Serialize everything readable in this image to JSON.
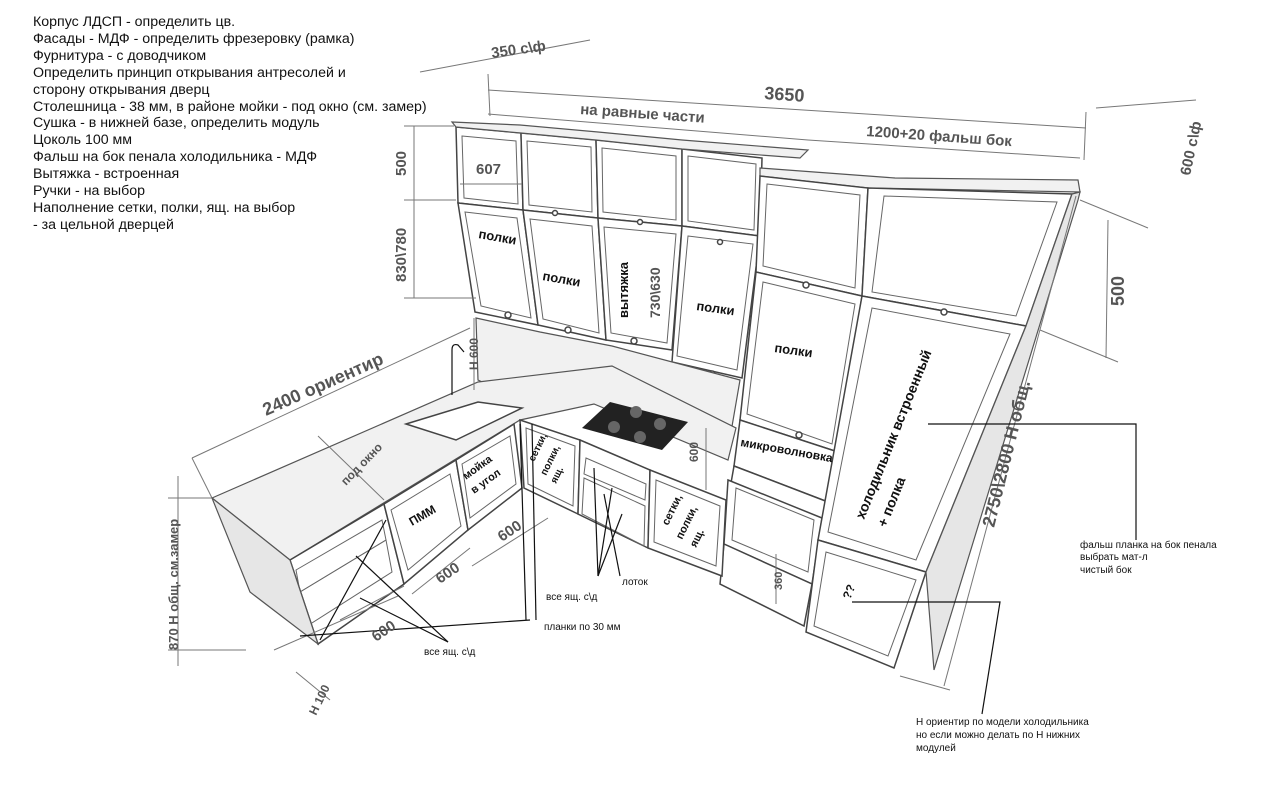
{
  "notes": [
    "Корпус ЛДСП - определить цв.",
    "Фасады - МДФ - определить фрезеровку (рамка)",
    "Фурнитура - с доводчиком",
    "Определить принцип открывания антресолей и",
    "сторону открывания дверц",
    "Столешница - 38 мм, в районе мойки - под окно (см. замер)",
    "Сушка - в нижней базе, определить модуль",
    "Цоколь 100 мм",
    "Фальш на бок пенала холодильника - МДФ",
    "Вытяжка - встроенная",
    "Ручки - на выбор",
    "Наполнение сетки, полки, ящ. на выбор",
    "- за цельной дверцей"
  ],
  "dims": {
    "d350": "350 с\\ф",
    "d3650": "3650",
    "equal": "на равные части",
    "d1200": "1200+20 фальш бок",
    "d600sf": "600 с\\ф",
    "d500top": "500",
    "d607": "607",
    "d830": "830\\780",
    "d730": "730\\630",
    "d500right": "500",
    "d2750": "2750\\2800 Н общ.",
    "d2400": "2400 ориентир",
    "podokno": "под окно",
    "h600": "Н 600",
    "d600hob": "600",
    "d870": "870 Н общ. см.замер",
    "d600a": "600",
    "d600b": "600",
    "d600c": "600",
    "h100": "Н 100",
    "d360": "360"
  },
  "labels": {
    "polki1": "полки",
    "polki2": "полки",
    "vytyazhka": "вытяжка",
    "polki3": "полки",
    "polki4": "полки",
    "microwave": "микроволновка",
    "fridge1": "холодильник встроенный",
    "fridge2": "+ полка",
    "qq": "??",
    "pmm": "ПММ",
    "sink1": "мойка",
    "sink2": "в угол",
    "sp1": "сетки,",
    "sp2": "полки,",
    "sp3": "ящ.",
    "sp4": "сетки,",
    "sp5": "полки,",
    "sp6": "ящ."
  },
  "annotations": {
    "allDrawers1": "все ящ. с\\д",
    "allDrawers2": "все ящ. с\\д",
    "planki": "планки по 30 мм",
    "lotok": "лоток",
    "falsh1": "фальш планка на бок пенала",
    "falsh2": "выбрать мат-л",
    "falsh3": "чистый бок",
    "horient1": "Н ориентир по модели холодильника",
    "horient2": "но если можно делать по Н нижних",
    "horient3": "модулей"
  }
}
